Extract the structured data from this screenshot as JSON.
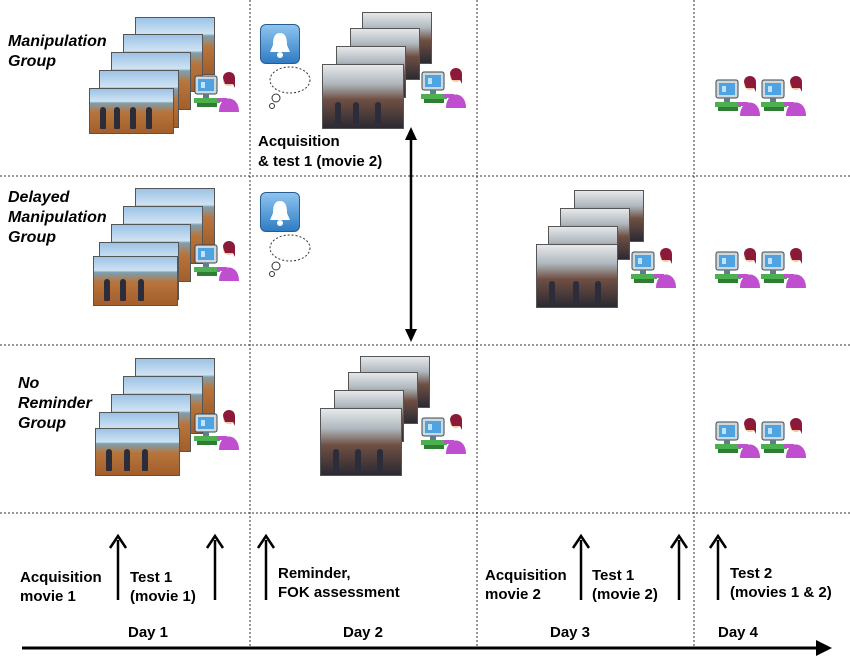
{
  "groups": [
    {
      "label": "Manipulation\nGroup"
    },
    {
      "label": "Delayed\nManipulation\nGroup"
    },
    {
      "label": "No\nReminder\nGroup"
    }
  ],
  "middle_label": "Acquisition\n& test 1 (movie 2)",
  "timeline": {
    "events": [
      {
        "label": "Acquisition\nmovie 1"
      },
      {
        "label": "Test 1\n(movie 1)"
      },
      {
        "label": "Reminder,\nFOK assessment"
      },
      {
        "label": "Acquisition\nmovie 2"
      },
      {
        "label": "Test 1\n(movie 2)"
      },
      {
        "label": "Test 2\n(movies 1 & 2)"
      }
    ],
    "days": [
      "Day 1",
      "Day 2",
      "Day 3",
      "Day 4"
    ]
  },
  "icons": {
    "reminder": "bell-icon",
    "thought": "thought-bubble-icon",
    "test": "person-at-computer-icon",
    "movie": "movie-stills-icon"
  }
}
